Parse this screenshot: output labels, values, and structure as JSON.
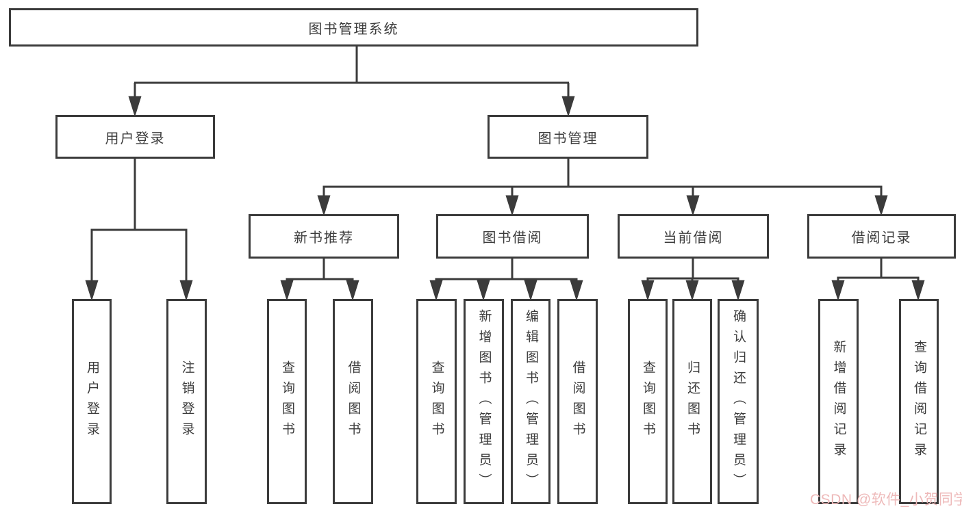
{
  "diagram": {
    "root": {
      "label": "图书管理系统"
    },
    "children": [
      {
        "label": "用户登录",
        "children": [
          {
            "label": "用户登录"
          },
          {
            "label": "注销登录"
          }
        ]
      },
      {
        "label": "图书管理",
        "children": [
          {
            "label": "新书推荐",
            "children": [
              {
                "label": "查询图书"
              },
              {
                "label": "借阅图书"
              }
            ]
          },
          {
            "label": "图书借阅",
            "children": [
              {
                "label": "查询图书"
              },
              {
                "label": "新增图书（管理员）"
              },
              {
                "label": "编辑图书（管理员）"
              },
              {
                "label": "借阅图书"
              }
            ]
          },
          {
            "label": "当前借阅",
            "children": [
              {
                "label": "查询图书"
              },
              {
                "label": "归还图书"
              },
              {
                "label": "确认归还（管理员）"
              }
            ]
          },
          {
            "label": "借阅记录",
            "children": [
              {
                "label": "新增借阅记录"
              },
              {
                "label": "查询借阅记录"
              }
            ]
          }
        ]
      }
    ]
  },
  "watermark": {
    "text": "CSDN @软件_小贺同学"
  },
  "colors": {
    "line": "#3b3b3b",
    "text": "#3c3c3c",
    "background": "#ffffff",
    "watermark": "#eeb9b9"
  }
}
